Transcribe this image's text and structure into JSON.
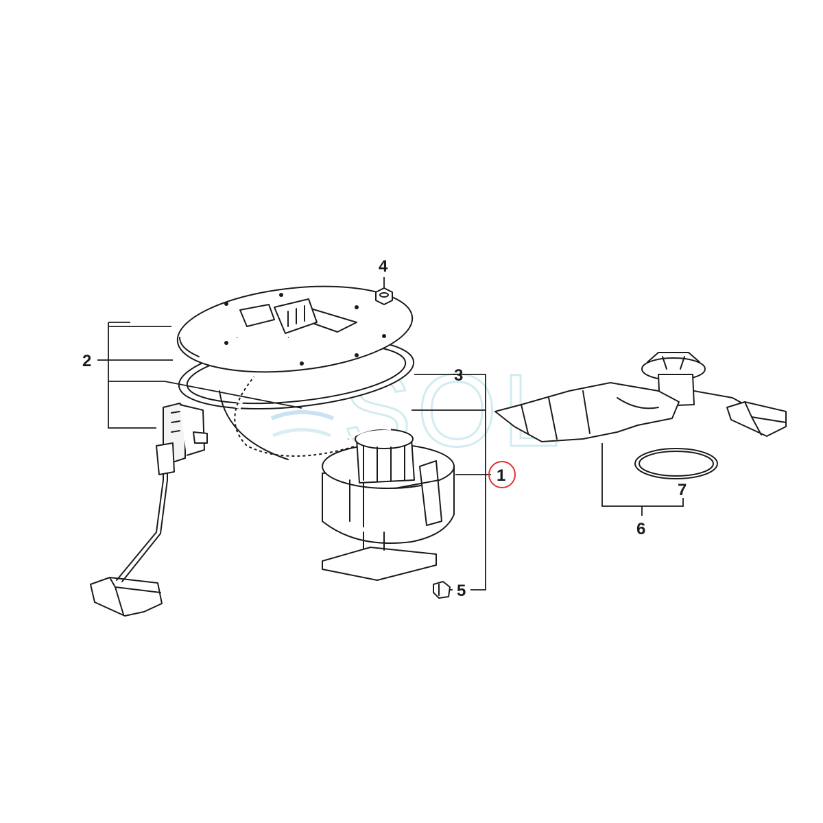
{
  "callouts": [
    {
      "id": "1",
      "label": "1",
      "highlighted": true
    },
    {
      "id": "2",
      "label": "2",
      "highlighted": false
    },
    {
      "id": "3",
      "label": "3",
      "highlighted": false
    },
    {
      "id": "4",
      "label": "4",
      "highlighted": false
    },
    {
      "id": "5",
      "label": "5",
      "highlighted": false
    },
    {
      "id": "6",
      "label": "6",
      "highlighted": false
    },
    {
      "id": "7",
      "label": "7",
      "highlighted": false
    }
  ],
  "watermark": {
    "text": "SOL",
    "color": "#bfe3ea",
    "logo": "stacked-wave-logo"
  },
  "colors": {
    "line": "#1a1a1a",
    "highlight": "#e03030",
    "background": "#ffffff"
  }
}
